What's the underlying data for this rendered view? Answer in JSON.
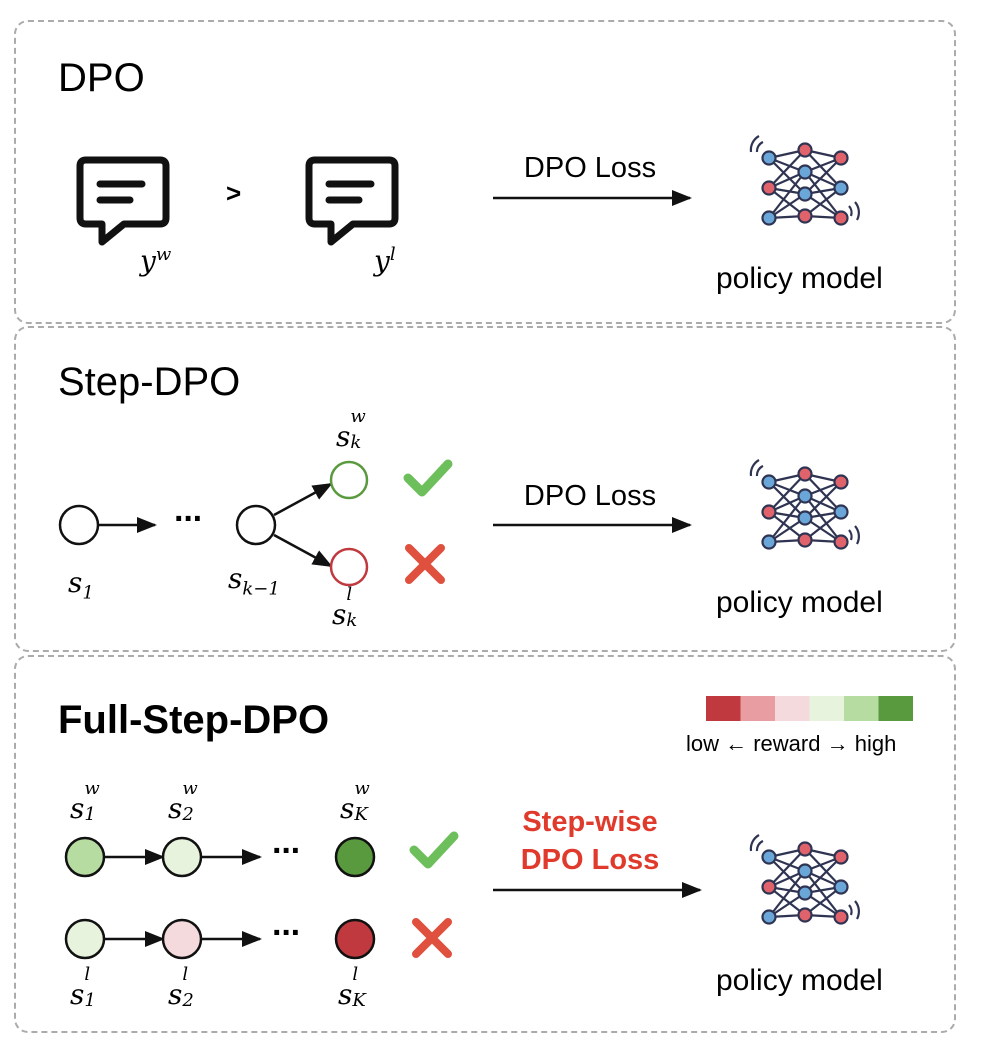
{
  "colors": {
    "panel_border": "#ababab",
    "win_node": "#5a9a3f",
    "lose_node": "#c0393e",
    "check": "#6cbf5a",
    "cross": "#e0503e",
    "loss_red": "#e03a2c",
    "nn_blue": "#6aa6d8",
    "nn_red": "#e0636b",
    "nn_dark": "#2f3452"
  },
  "dpo": {
    "title": "DPO",
    "compare": ">",
    "winner_label": "y^w",
    "loser_label": "y^l",
    "loss_label": "DPO Loss",
    "model_label": "policy model",
    "icons": [
      "chat-bubble-icon",
      "chat-bubble-icon",
      "neural-network-icon"
    ]
  },
  "step_dpo": {
    "title": "Step-DPO",
    "start_label": "s_1",
    "ellipsis": "···",
    "branch_label": "s_{k-1}",
    "win_label": "s_k^w",
    "lose_label": "s_k^l",
    "loss_label": "DPO Loss",
    "model_label": "policy model",
    "icons": [
      "check-icon",
      "cross-icon",
      "neural-network-icon"
    ]
  },
  "full_step_dpo": {
    "title": "Full-Step-DPO",
    "legend": {
      "text": "low ← reward → high",
      "scale": [
        "#c0393e",
        "#e79da1",
        "#f5dadd",
        "#e7f3dc",
        "#b7dca2",
        "#5a9a3f"
      ]
    },
    "win_chain": {
      "labels": [
        "s_1^w",
        "s_2^w",
        "s_K^w"
      ],
      "fills": [
        "#b7dca2",
        "#e7f3dc",
        "#5a9a3f"
      ]
    },
    "lose_chain": {
      "labels": [
        "s_1^l",
        "s_2^l",
        "s_K^l"
      ],
      "fills": [
        "#e7f3dc",
        "#f5dadd",
        "#c0393e"
      ]
    },
    "ellipsis": "···",
    "loss_line1": "Step-wise",
    "loss_line2": "DPO Loss",
    "model_label": "policy model",
    "icons": [
      "check-icon",
      "cross-icon",
      "neural-network-icon"
    ]
  }
}
